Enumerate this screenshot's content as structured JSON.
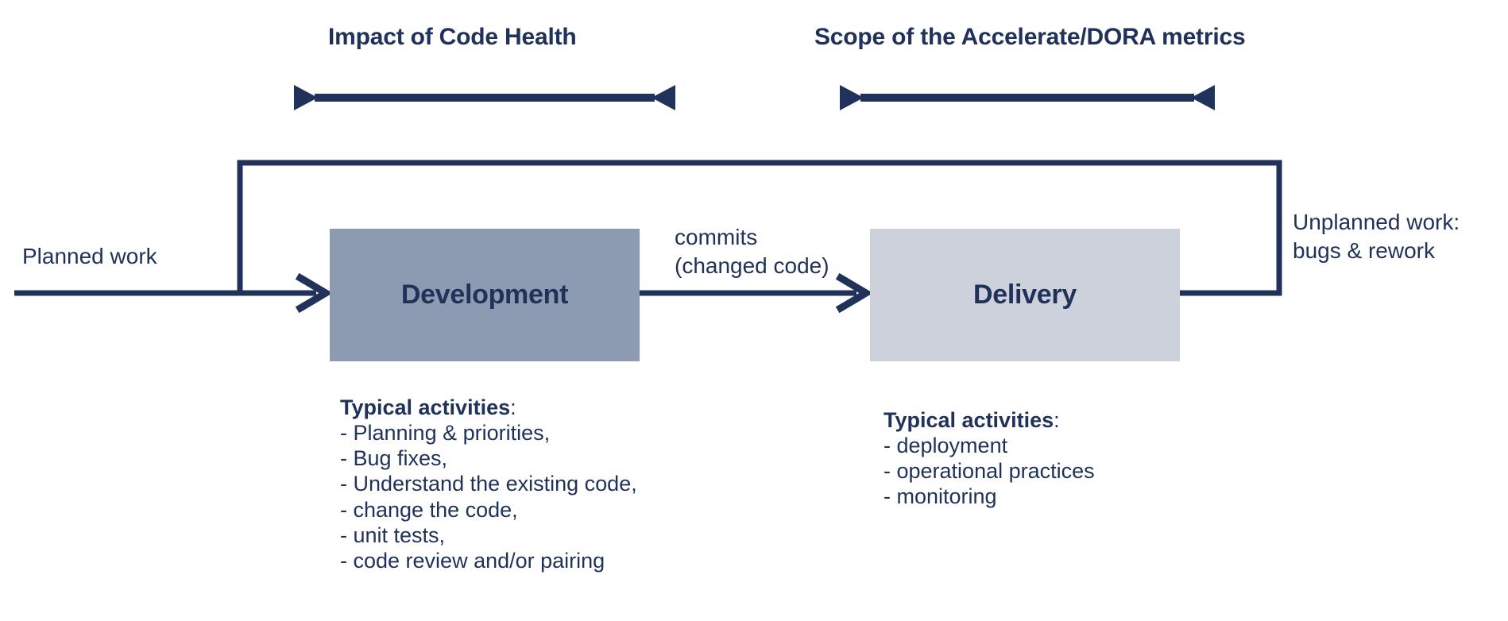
{
  "diagram": {
    "title_left": "Impact of Code Health",
    "title_right": "Scope of the Accelerate/DORA metrics",
    "colors": {
      "ink": "#20325a",
      "development_box": "#8c9ab2",
      "delivery_box": "#ccd1dc",
      "background": "#ffffff"
    },
    "spans": [
      {
        "name": "impact-of-code-health-span",
        "label": "Impact of Code Health"
      },
      {
        "name": "scope-of-dora-metrics-span",
        "label": "Scope of the Accelerate/DORA metrics"
      }
    ],
    "boxes": [
      {
        "name": "development",
        "label": "Development",
        "fill": "#8c9ab2"
      },
      {
        "name": "delivery",
        "label": "Delivery",
        "fill": "#ccd1dc"
      }
    ],
    "labels": {
      "planned_work": "Planned work",
      "commits": "commits\n(changed code)",
      "unplanned_work": "Unplanned work:\nbugs & rework"
    },
    "activities_development": {
      "title": "Typical activities",
      "colon": ":",
      "items": [
        "- Planning & priorities,",
        "- Bug fixes,",
        "- Understand the existing code,",
        "- change the code,",
        "- unit tests,",
        "- code review and/or pairing"
      ]
    },
    "activities_delivery": {
      "title": "Typical activities",
      "colon": ":",
      "items": [
        "- deployment",
        "- operational practices",
        "- monitoring"
      ]
    }
  }
}
